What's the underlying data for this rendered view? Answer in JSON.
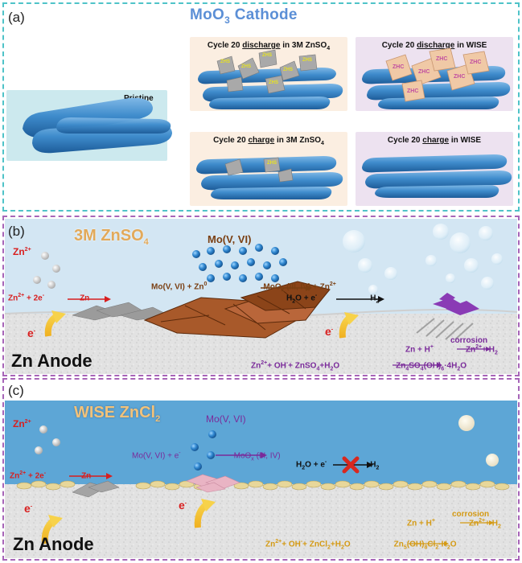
{
  "panel_a": {
    "label": "(a)",
    "title": "MoO",
    "title_sub": "3",
    "title_rest": " Cathode",
    "pristine": "Pristine",
    "cells": {
      "d_zn_pre": "Cycle 20 ",
      "d_zn_u": "discharge",
      "d_zn_post": " in 3M ZnSO",
      "d_zn_sub": "4",
      "d_w_pre": "Cycle 20 ",
      "d_w_u": "discharge",
      "d_w_post": " in WISE",
      "c_zn_pre": "Cycle 20 ",
      "c_zn_u": "charge",
      "c_zn_post": " in 3M ZnSO",
      "c_zn_sub": "4",
      "c_w_pre": "Cycle 20 ",
      "c_w_u": "charge",
      "c_w_post": " in WISE"
    },
    "zhs": "ZHS",
    "zhc": "ZHC"
  },
  "panel_b": {
    "label": "(b)",
    "title": "3M ZnSO",
    "title_sub": "4",
    "zn2": "Zn",
    "zn2_sup": "2+",
    "mo_label": "Mo(V, VI)",
    "eq_zn_l": "Zn",
    "eq_zn_sup": "2+",
    "eq_zn_m": " + 2e",
    "eq_zn_sup2": "-",
    "eq_zn_r": "Zn",
    "eq_mo_l": "Mo(V, VI) + Zn",
    "eq_mo_sup": "0",
    "eq_mo_r": "MoO",
    "eq_mo_sub": "x",
    "eq_mo_r2": " (III, IV) + Zn",
    "eq_mo_sup2": "2+",
    "eq_h_l": "H",
    "eq_h_sub": "2",
    "eq_h_l2": "O + e",
    "eq_h_sup": "-",
    "eq_h_r": "H",
    "eq_h_rsub": "2",
    "e": "e",
    "e_sup": "-",
    "corrosion": "corrosion",
    "corr_eq_l": "Zn + H",
    "corr_eq_sup": "+",
    "corr_eq_r": "Zn",
    "corr_eq_sup2": "2+",
    "corr_eq_r2": "+ H",
    "corr_eq_sub": "2",
    "ppt_l": "Zn",
    "ppt_sup": "2+",
    "ppt_m": "+ OH",
    "ppt_sup2": "-",
    "ppt_m2": "+ ZnSO",
    "ppt_sub": "4",
    "ppt_m3": "+H",
    "ppt_sub2": "2",
    "ppt_m4": "O",
    "ppt_r": "Zn",
    "ppt_rsub": "4",
    "ppt_r2": "SO",
    "ppt_rsub2": "4",
    "ppt_r3": "(OH)",
    "ppt_rsub3": "6",
    "ppt_r4": "·4H",
    "ppt_rsub4": "2",
    "ppt_r5": "O",
    "anode": "Zn Anode"
  },
  "panel_c": {
    "label": "(c)",
    "title": "WISE ZnCl",
    "title_sub": "2",
    "zn2": "Zn",
    "zn2_sup": "2+",
    "mo_label": "Mo(V, VI)",
    "eq_mo_l": "Mo(V, VI) + e",
    "eq_mo_sup": "-",
    "eq_mo_r": "MoO",
    "eq_mo_sub": "x",
    "eq_mo_r2": " (III, IV)",
    "eq_zn_l": "Zn",
    "eq_zn_sup": "2+",
    "eq_zn_m": " + 2e",
    "eq_zn_sup2": "-",
    "eq_zn_r": "Zn",
    "eq_h_l": "H",
    "eq_h_sub": "2",
    "eq_h_l2": "O + e",
    "eq_h_sup": "-",
    "eq_h_r": "H",
    "eq_h_rsub": "2",
    "e": "e",
    "e_sup": "-",
    "corrosion": "corrosion",
    "corr_eq_l": "Zn + H",
    "corr_eq_sup": "+",
    "corr_eq_r": "Zn",
    "corr_eq_sup2": "2+",
    "corr_eq_r2": "+ H",
    "corr_eq_sub": "2",
    "ppt_l": "Zn",
    "ppt_sup": "2+",
    "ppt_m": "+ OH",
    "ppt_sup2": "-",
    "ppt_m2": "+ ZnCl",
    "ppt_sub": "2",
    "ppt_m3": "+H",
    "ppt_sub2": "2",
    "ppt_m4": "O",
    "ppt_r": "Zn",
    "ppt_rsub": "5",
    "ppt_r2": "(OH)",
    "ppt_rsub2": "8",
    "ppt_r3": "Cl",
    "ppt_rsub3": "2",
    "ppt_r4": "·H",
    "ppt_rsub4": "2",
    "ppt_r5": "O",
    "anode": "Zn Anode"
  },
  "colors": {
    "teal_border": "#4fc3c8",
    "purple_border": "#a765b8",
    "electrolyte_b": "#cfe3f1",
    "electrolyte_c": "#5da6d6",
    "red": "#d81f1f",
    "purple": "#7a2b9a",
    "orange": "#d49a14",
    "brown": "#7a3f12"
  }
}
